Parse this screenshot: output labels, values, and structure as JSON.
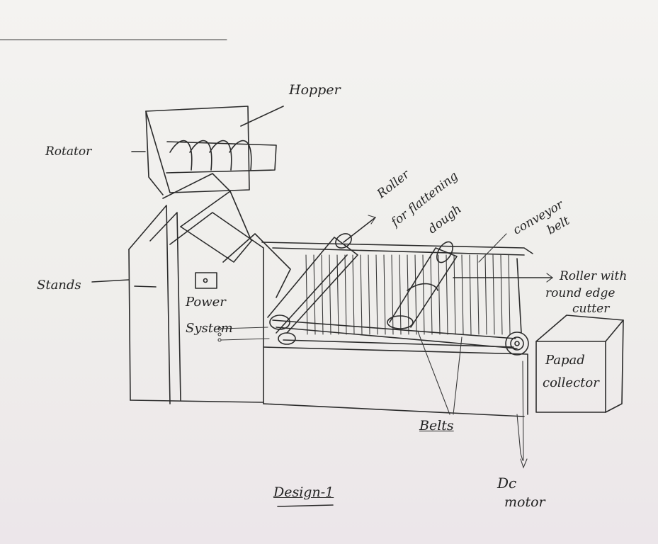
{
  "labels": {
    "hopper": "Hopper",
    "rotator": "Rotator",
    "stands": "Stands",
    "power_line1": "Power",
    "power_line2": "System",
    "roller_flatten_line1": "Roller",
    "roller_flatten_line2": "for flattening",
    "roller_flatten_line3": "dough",
    "conveyor_line1": "conveyor",
    "conveyor_line2": "belt",
    "roller_cutter_line1": "Roller with",
    "roller_cutter_line2": "round edge",
    "roller_cutter_line3": "cutter",
    "collector_line1": "Papad",
    "collector_line2": "collector",
    "belts": "Belts",
    "motor_line1": "Dc",
    "motor_line2": "motor",
    "design_title": "Design-1"
  }
}
